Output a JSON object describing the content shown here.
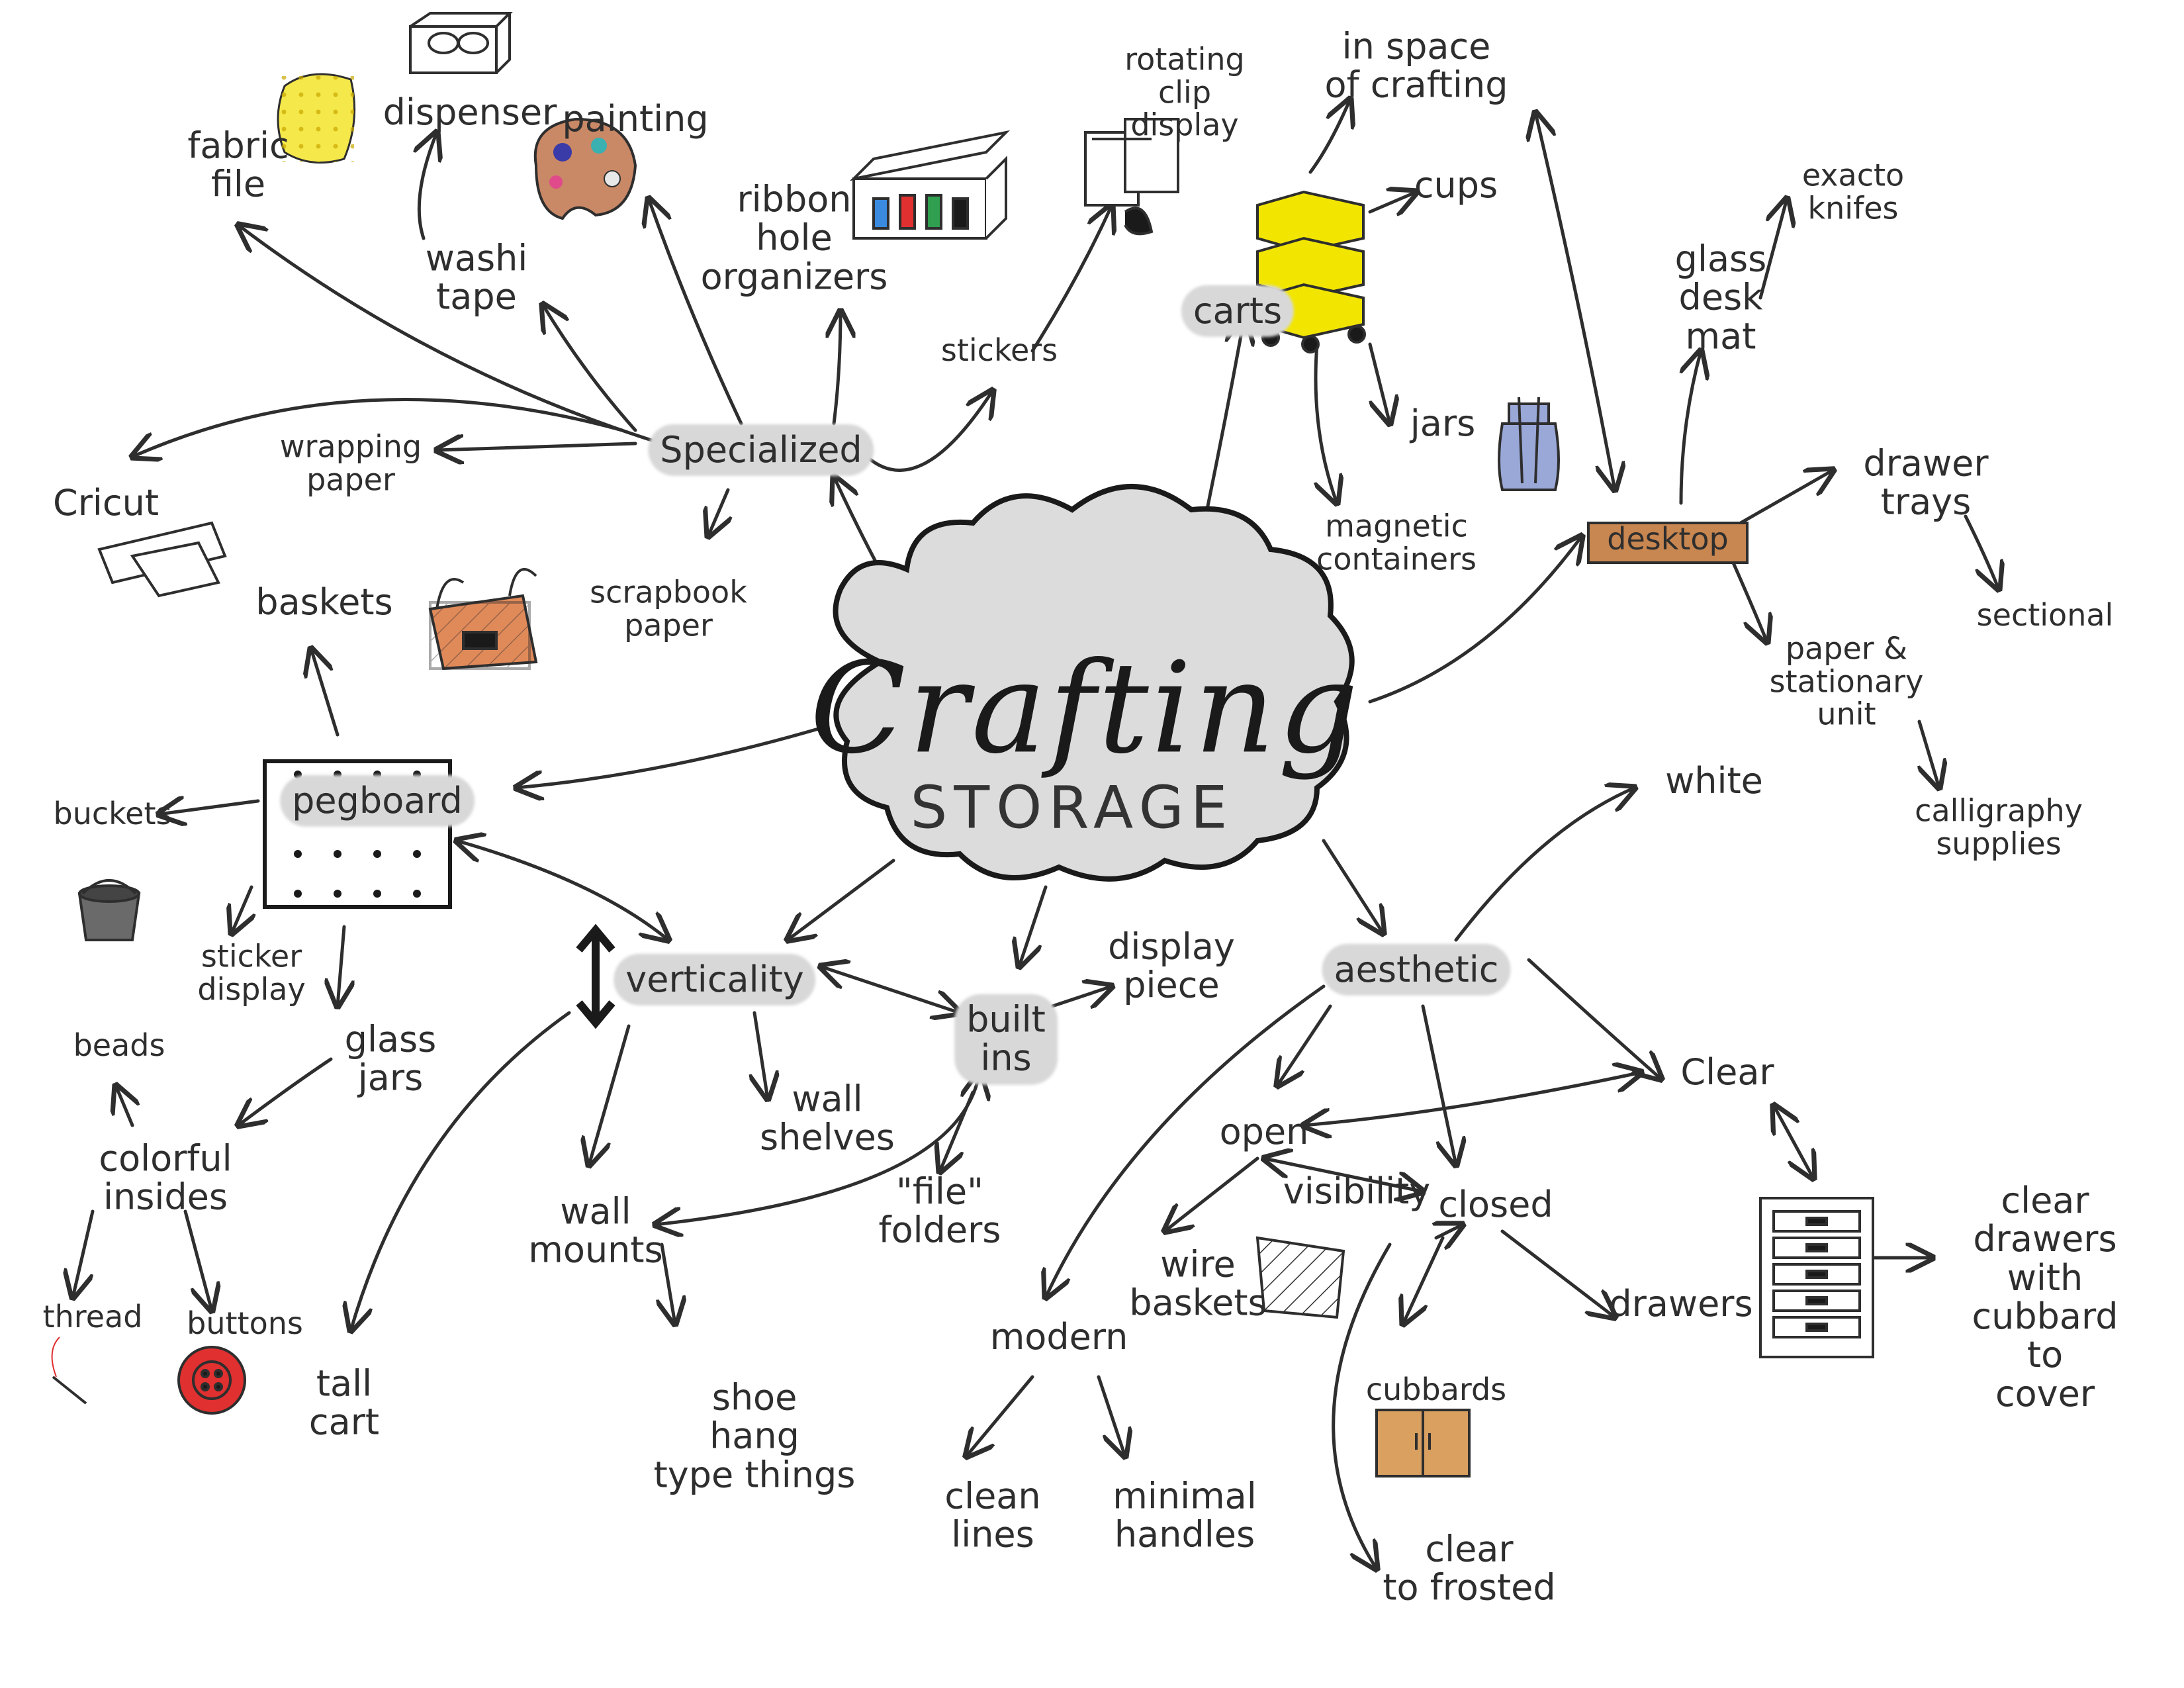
{
  "center": {
    "title": "Crafting",
    "subtitle": "STORAGE"
  },
  "nodes": {
    "specialized": "Specialized",
    "fabric_file": "fabric\nfile",
    "dispenser": "dispenser",
    "washi_tape": "washi\ntape",
    "painting": "painting",
    "ribbon": "ribbon\nhole\norganizers",
    "rotating": "rotating\nclip\ndisplay",
    "stickers": "stickers",
    "wrapping": "wrapping\npaper",
    "cricut": "Cricut",
    "scrapbook": "scrapbook\npaper",
    "carts": "carts",
    "in_space": "in space\nof crafting",
    "cups": "cups",
    "jars": "jars",
    "magnetic": "magnetic\ncontainers",
    "desktop": "desktop",
    "glass_mat": "glass\ndesk\nmat",
    "exacto": "exacto\nknifes",
    "drawer_trays": "drawer\ntrays",
    "sectional": "sectional",
    "paper_unit": "paper &\nstationary\nunit",
    "calligraphy": "calligraphy\nsupplies",
    "baskets": "baskets",
    "pegboard": "pegboard",
    "buckets": "buckets",
    "sticker_display": "sticker\ndisplay",
    "glass_jars": "glass\njars",
    "beads": "beads",
    "colorful": "colorful\ninsides",
    "thread": "thread",
    "buttons": "buttons",
    "tall_cart": "tall\ncart",
    "verticality": "verticality",
    "wall_shelves": "wall\nshelves",
    "wall_mounts": "wall\nmounts",
    "shoe": "shoe\nhang\ntype things",
    "built_ins": "built\nins",
    "display_piece": "display\npiece",
    "file_folders": "\"file\"\nfolders",
    "aesthetic": "aesthetic",
    "white": "white",
    "clear": "Clear",
    "open": "open",
    "visibility": "visibility",
    "closed": "closed",
    "wire_baskets": "wire\nbaskets",
    "modern": "modern",
    "clean_lines": "clean\nlines",
    "minimal_handles": "minimal\nhandles",
    "cubbards": "cubbards",
    "clear_frosted": "clear\nto frosted",
    "drawers": "drawers",
    "clear_drawers": "clear\ndrawers\nwith\ncubbard\nto cover"
  },
  "colors": {
    "ink": "#2e2e2e",
    "highlight": "#d8d8d8",
    "cart_yellow": "#f2e600",
    "fabric_yellow": "#f5e84a",
    "palette_brown": "#c98866",
    "desktop_orange": "#c88650",
    "cubbard_orange": "#d9a060",
    "button_red": "#e03030",
    "jar_blue": "#9aa8d8",
    "basket_orange": "#e08a5a"
  }
}
